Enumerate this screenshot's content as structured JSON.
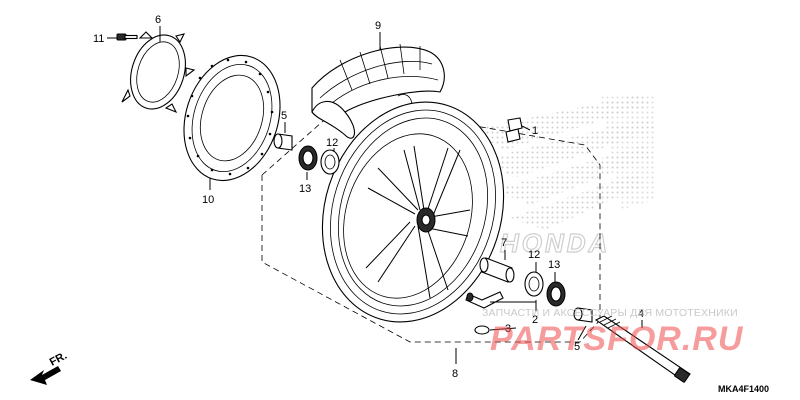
{
  "diagram": {
    "callouts": {
      "c1": "1",
      "c2": "2",
      "c3": "3",
      "c4": "4",
      "c5a": "5",
      "c5b": "5",
      "c6": "6",
      "c7": "7",
      "c8": "8",
      "c9": "9",
      "c10": "10",
      "c11": "11",
      "c12a": "12",
      "c12b": "12",
      "c13a": "13",
      "c13b": "13"
    },
    "direction_label": "FR.",
    "diagram_code": "MKA4F1400",
    "watermark": {
      "tagline": "ЗАПЧАСТИ И АКСЕССУАРЫ ДЛЯ МОТОТЕХНИКИ",
      "site": "PARTSFOR.RU",
      "brand": "HONDA"
    },
    "colors": {
      "ink": "#000000",
      "watermark_red": "#ef4a4a",
      "watermark_gray": "#c9c9c9"
    }
  }
}
